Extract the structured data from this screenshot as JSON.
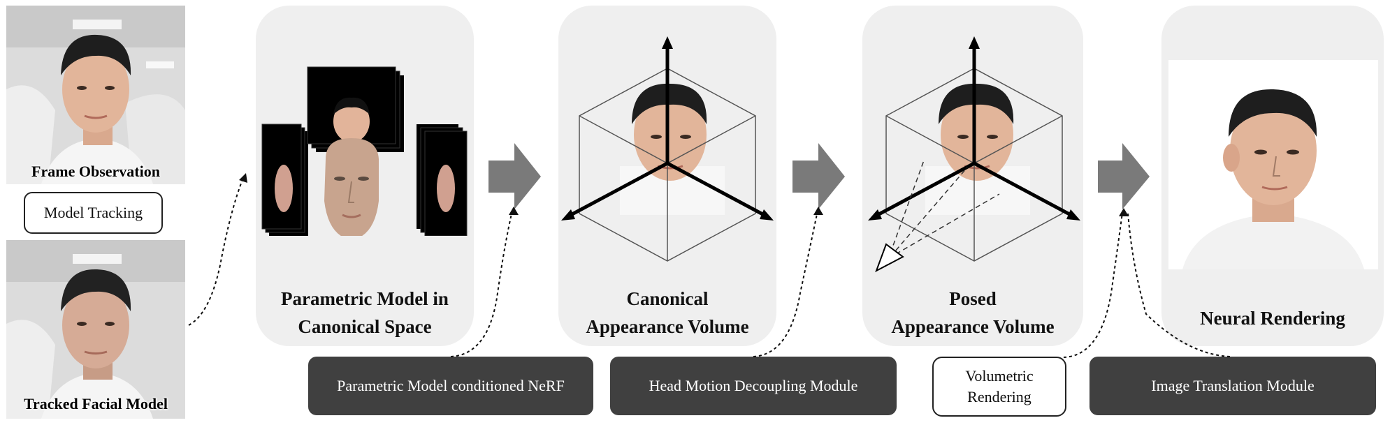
{
  "inputs": {
    "frame_observation": "Frame Observation",
    "model_tracking": "Model Tracking",
    "tracked_facial_model": "Tracked Facial Model"
  },
  "stages": {
    "parametric_model": {
      "line1": "Parametric Model in",
      "line2": "Canonical Space"
    },
    "canonical_volume": {
      "line1": "Canonical",
      "line2": "Appearance Volume"
    },
    "posed_volume": {
      "line1": "Posed",
      "line2": "Appearance Volume"
    },
    "neural_rendering": {
      "line1": "Neural Rendering"
    }
  },
  "modules": {
    "nerf": "Parametric Model conditioned NeRF",
    "head_motion": "Head Motion Decoupling Module",
    "volumetric_rendering_line1": "Volumetric",
    "volumetric_rendering_line2": "Rendering",
    "image_translation": "Image Translation Module"
  },
  "colors": {
    "panel_bg": "#efefef",
    "module_dark": "#404040",
    "arrow_gray": "#7a7a7a"
  }
}
